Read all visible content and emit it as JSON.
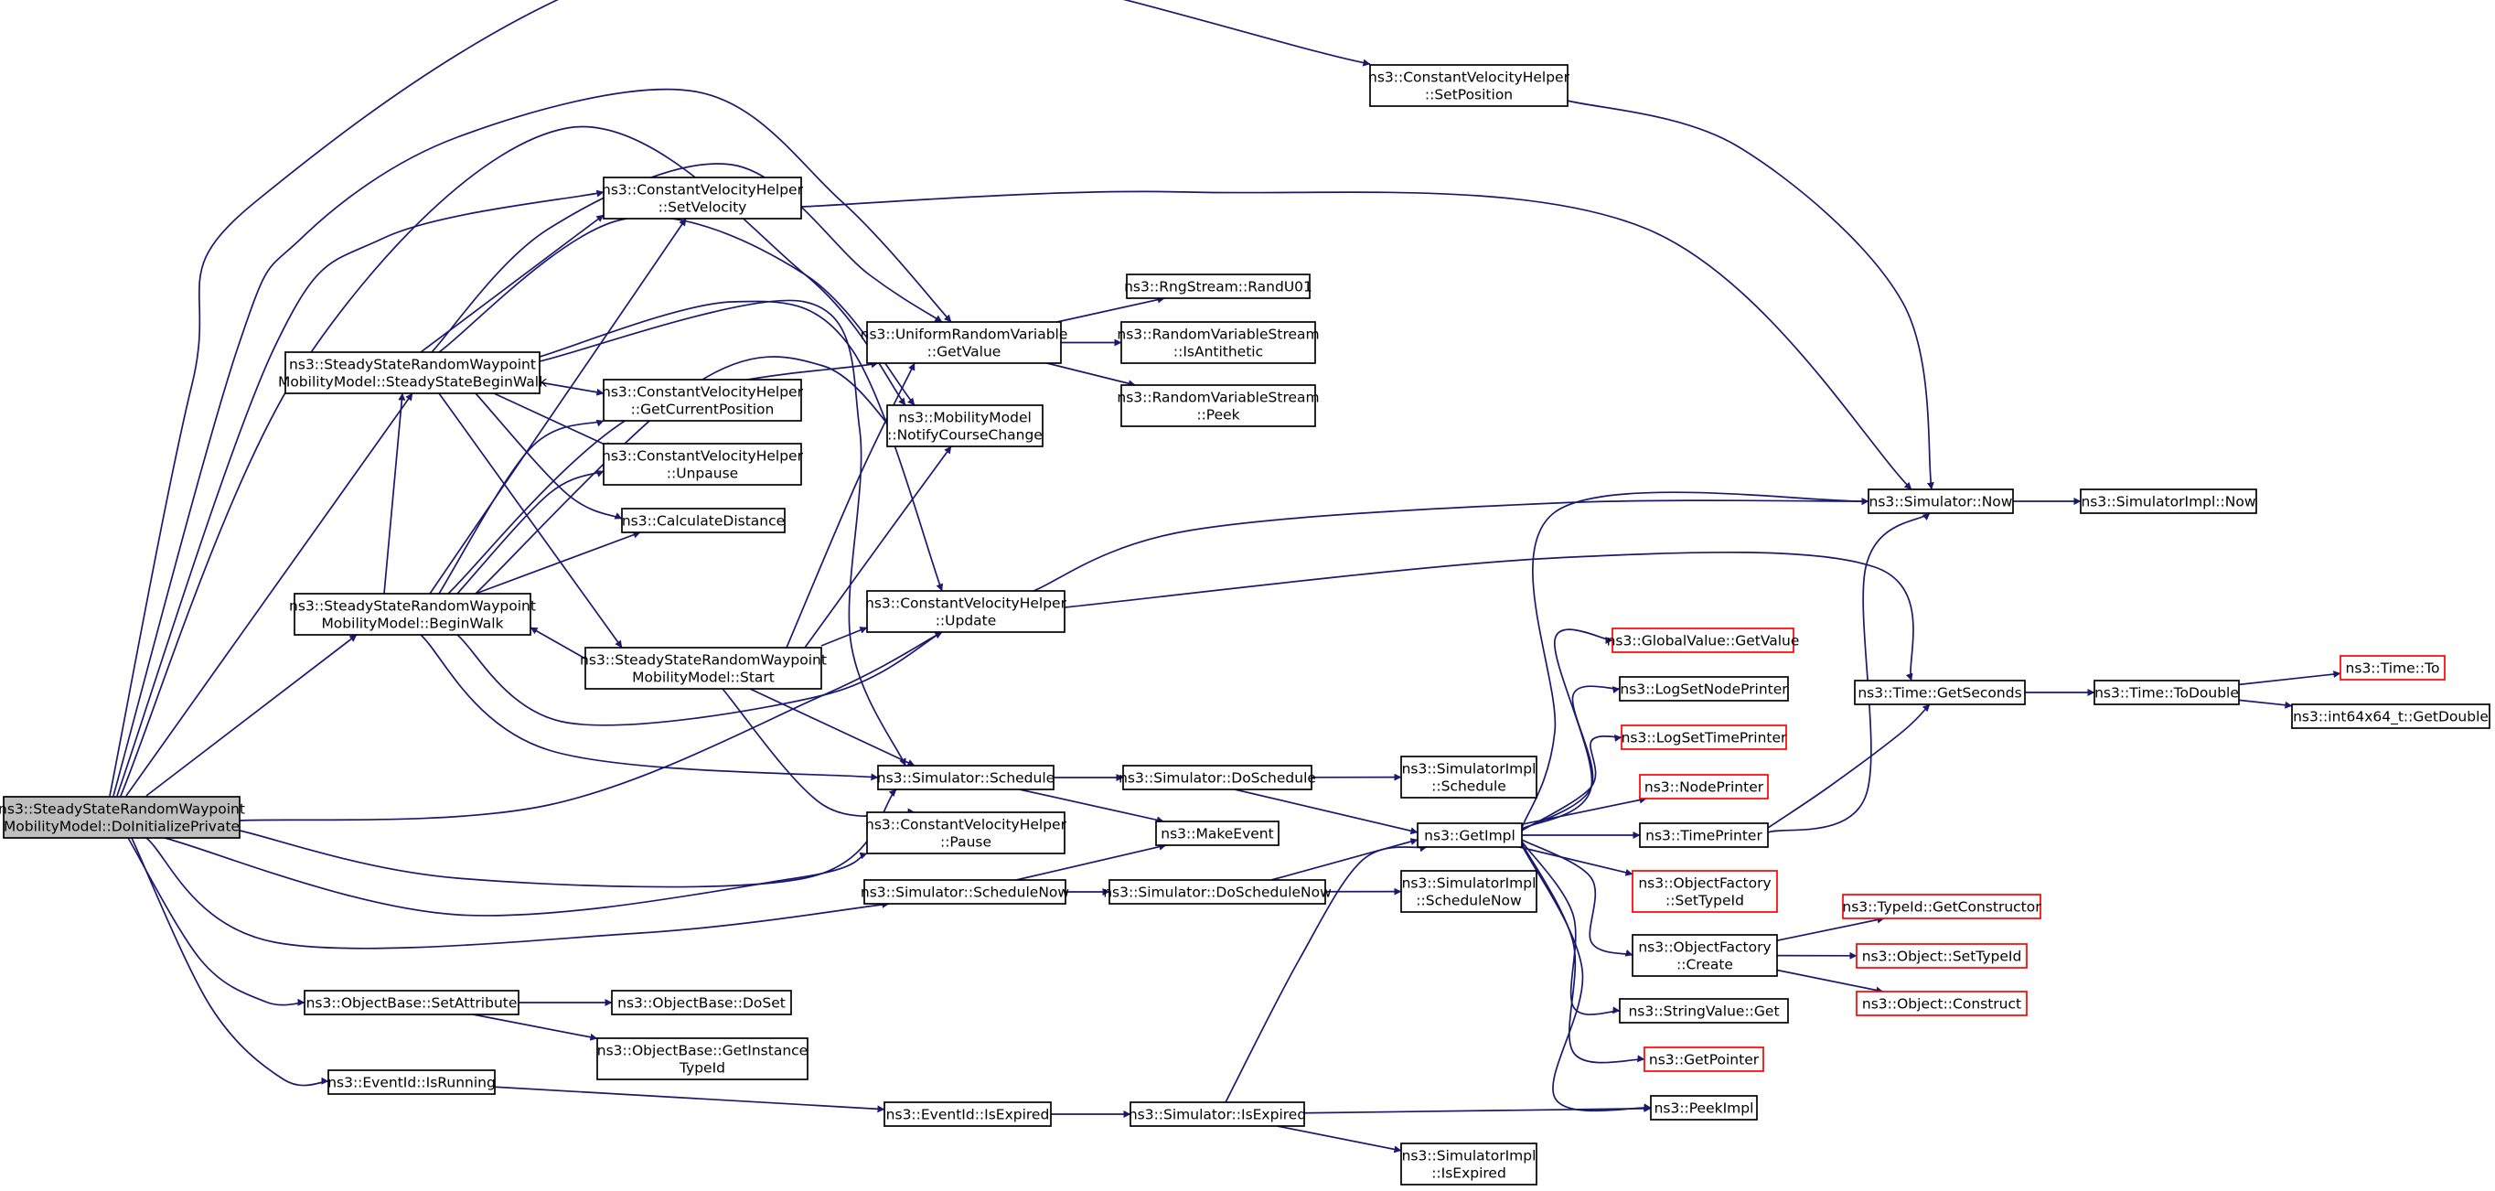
{
  "colors": {
    "edge": "#191970",
    "node_border": "#000000",
    "node_border_incomplete": "#ff0000",
    "root_fill": "#bfbfbf",
    "node_fill": "#ffffff",
    "text": "#000000"
  },
  "nodes": [
    {
      "id": "root",
      "label": [
        "ns3::SteadyStateRandomWaypoint",
        "MobilityModel::DoInitializePrivate"
      ],
      "style": "root"
    },
    {
      "id": "cvh_setposition",
      "label": [
        "ns3::ConstantVelocityHelper",
        "::SetPosition"
      ]
    },
    {
      "id": "cvh_setvelocity",
      "label": [
        "ns3::ConstantVelocityHelper",
        "::SetVelocity"
      ]
    },
    {
      "id": "ssrw_steadystatebeginwalk",
      "label": [
        "ns3::SteadyStateRandomWaypoint",
        "MobilityModel::SteadyStateBeginWalk"
      ]
    },
    {
      "id": "cvh_getcurrentposition",
      "label": [
        "ns3::ConstantVelocityHelper",
        "::GetCurrentPosition"
      ]
    },
    {
      "id": "cvh_unpause",
      "label": [
        "ns3::ConstantVelocityHelper",
        "::Unpause"
      ]
    },
    {
      "id": "calculatedistance",
      "label": [
        "ns3::CalculateDistance"
      ]
    },
    {
      "id": "ssrw_beginwalk",
      "label": [
        "ns3::SteadyStateRandomWaypoint",
        "MobilityModel::BeginWalk"
      ]
    },
    {
      "id": "ssrw_start",
      "label": [
        "ns3::SteadyStateRandomWaypoint",
        "MobilityModel::Start"
      ]
    },
    {
      "id": "urv_getvalue",
      "label": [
        "ns3::UniformRandomVariable",
        "::GetValue"
      ]
    },
    {
      "id": "rngstream_randu01",
      "label": [
        "ns3::RngStream::RandU01"
      ]
    },
    {
      "id": "rvs_isantithetic",
      "label": [
        "ns3::RandomVariableStream",
        "::IsAntithetic"
      ]
    },
    {
      "id": "rvs_peek",
      "label": [
        "ns3::RandomVariableStream",
        "::Peek"
      ]
    },
    {
      "id": "mm_notifycoursechange",
      "label": [
        "ns3::MobilityModel",
        "::NotifyCourseChange"
      ]
    },
    {
      "id": "cvh_update",
      "label": [
        "ns3::ConstantVelocityHelper",
        "::Update"
      ]
    },
    {
      "id": "simulator_schedule",
      "label": [
        "ns3::Simulator::Schedule"
      ]
    },
    {
      "id": "cvh_pause",
      "label": [
        "ns3::ConstantVelocityHelper",
        "::Pause"
      ]
    },
    {
      "id": "simulator_schedulenow",
      "label": [
        "ns3::Simulator::ScheduleNow"
      ]
    },
    {
      "id": "simulator_doschedule",
      "label": [
        "ns3::Simulator::DoSchedule"
      ]
    },
    {
      "id": "makeevent",
      "label": [
        "ns3::MakeEvent"
      ]
    },
    {
      "id": "simulator_doschedulenow",
      "label": [
        "ns3::Simulator::DoScheduleNow"
      ]
    },
    {
      "id": "simimpl_schedule",
      "label": [
        "ns3::SimulatorImpl",
        "::Schedule"
      ]
    },
    {
      "id": "simimpl_schedulenow",
      "label": [
        "ns3::SimulatorImpl",
        "::ScheduleNow"
      ]
    },
    {
      "id": "getimpl",
      "label": [
        "ns3::GetImpl"
      ]
    },
    {
      "id": "simulator_now",
      "label": [
        "ns3::Simulator::Now"
      ]
    },
    {
      "id": "simimpl_now",
      "label": [
        "ns3::SimulatorImpl::Now"
      ]
    },
    {
      "id": "globalvalue_getvalue",
      "label": [
        "ns3::GlobalValue::GetValue"
      ],
      "style": "incomplete"
    },
    {
      "id": "logsetnodeprinter",
      "label": [
        "ns3::LogSetNodePrinter"
      ]
    },
    {
      "id": "logsettimeprinter",
      "label": [
        "ns3::LogSetTimePrinter"
      ],
      "style": "incomplete"
    },
    {
      "id": "nodeprinter",
      "label": [
        "ns3::NodePrinter"
      ],
      "style": "incomplete"
    },
    {
      "id": "timeprinter",
      "label": [
        "ns3::TimePrinter"
      ]
    },
    {
      "id": "objectfactory_settypeid",
      "label": [
        "ns3::ObjectFactory",
        "::SetTypeId"
      ],
      "style": "incomplete"
    },
    {
      "id": "objectfactory_create",
      "label": [
        "ns3::ObjectFactory",
        "::Create"
      ]
    },
    {
      "id": "stringvalue_get",
      "label": [
        "ns3::StringValue::Get"
      ]
    },
    {
      "id": "getpointer",
      "label": [
        "ns3::GetPointer"
      ],
      "style": "incomplete"
    },
    {
      "id": "peekimpl",
      "label": [
        "ns3::PeekImpl"
      ]
    },
    {
      "id": "time_getseconds",
      "label": [
        "ns3::Time::GetSeconds"
      ]
    },
    {
      "id": "time_todouble",
      "label": [
        "ns3::Time::ToDouble"
      ]
    },
    {
      "id": "time_to",
      "label": [
        "ns3::Time::To"
      ],
      "style": "incomplete"
    },
    {
      "id": "int64x64_getdouble",
      "label": [
        "ns3::int64x64_t::GetDouble"
      ]
    },
    {
      "id": "typeid_getconstructor",
      "label": [
        "ns3::TypeId::GetConstructor"
      ],
      "style": "incomplete"
    },
    {
      "id": "object_settypeid",
      "label": [
        "ns3::Object::SetTypeId"
      ],
      "style": "incomplete"
    },
    {
      "id": "object_construct",
      "label": [
        "ns3::Object::Construct"
      ],
      "style": "incomplete"
    },
    {
      "id": "objectbase_setattribute",
      "label": [
        "ns3::ObjectBase::SetAttribute"
      ]
    },
    {
      "id": "objectbase_doset",
      "label": [
        "ns3::ObjectBase::DoSet"
      ]
    },
    {
      "id": "objectbase_getinstancetypeid",
      "label": [
        "ns3::ObjectBase::GetInstance",
        "TypeId"
      ]
    },
    {
      "id": "eventid_isrunning",
      "label": [
        "ns3::EventId::IsRunning"
      ]
    },
    {
      "id": "eventid_isexpired",
      "label": [
        "ns3::EventId::IsExpired"
      ]
    },
    {
      "id": "simulator_isexpired",
      "label": [
        "ns3::Simulator::IsExpired"
      ]
    },
    {
      "id": "simimpl_isexpired",
      "label": [
        "ns3::SimulatorImpl",
        "::IsExpired"
      ]
    }
  ],
  "edges": [
    [
      "root",
      "cvh_setposition"
    ],
    [
      "root",
      "urv_getvalue"
    ],
    [
      "root",
      "cvh_setvelocity"
    ],
    [
      "root",
      "mm_notifycoursechange"
    ],
    [
      "root",
      "ssrw_steadystatebeginwalk"
    ],
    [
      "root",
      "ssrw_beginwalk"
    ],
    [
      "root",
      "cvh_update"
    ],
    [
      "root",
      "simulator_schedule"
    ],
    [
      "root",
      "cvh_pause"
    ],
    [
      "root",
      "simulator_schedulenow"
    ],
    [
      "root",
      "objectbase_setattribute"
    ],
    [
      "root",
      "eventid_isrunning"
    ],
    [
      "ssrw_steadystatebeginwalk",
      "cvh_setvelocity"
    ],
    [
      "ssrw_steadystatebeginwalk",
      "urv_getvalue"
    ],
    [
      "ssrw_steadystatebeginwalk",
      "mm_notifycoursechange"
    ],
    [
      "ssrw_steadystatebeginwalk",
      "cvh_getcurrentposition"
    ],
    [
      "ssrw_steadystatebeginwalk",
      "cvh_unpause"
    ],
    [
      "ssrw_steadystatebeginwalk",
      "calculatedistance"
    ],
    [
      "ssrw_steadystatebeginwalk",
      "cvh_update"
    ],
    [
      "ssrw_steadystatebeginwalk",
      "simulator_schedule"
    ],
    [
      "ssrw_steadystatebeginwalk",
      "ssrw_start"
    ],
    [
      "ssrw_beginwalk",
      "ssrw_steadystatebeginwalk"
    ],
    [
      "ssrw_beginwalk",
      "cvh_setvelocity"
    ],
    [
      "ssrw_beginwalk",
      "urv_getvalue"
    ],
    [
      "ssrw_beginwalk",
      "mm_notifycoursechange"
    ],
    [
      "ssrw_beginwalk",
      "cvh_getcurrentposition"
    ],
    [
      "ssrw_beginwalk",
      "cvh_unpause"
    ],
    [
      "ssrw_beginwalk",
      "calculatedistance"
    ],
    [
      "ssrw_beginwalk",
      "cvh_update"
    ],
    [
      "ssrw_beginwalk",
      "simulator_schedule"
    ],
    [
      "ssrw_start",
      "ssrw_beginwalk"
    ],
    [
      "ssrw_start",
      "urv_getvalue"
    ],
    [
      "ssrw_start",
      "mm_notifycoursechange"
    ],
    [
      "ssrw_start",
      "cvh_update"
    ],
    [
      "ssrw_start",
      "simulator_schedule"
    ],
    [
      "ssrw_start",
      "cvh_pause"
    ],
    [
      "cvh_setvelocity",
      "simulator_now"
    ],
    [
      "cvh_setposition",
      "simulator_now"
    ],
    [
      "cvh_update",
      "simulator_now"
    ],
    [
      "cvh_update",
      "time_getseconds"
    ],
    [
      "urv_getvalue",
      "rngstream_randu01"
    ],
    [
      "urv_getvalue",
      "rvs_isantithetic"
    ],
    [
      "urv_getvalue",
      "rvs_peek"
    ],
    [
      "simulator_schedule",
      "simulator_doschedule"
    ],
    [
      "simulator_schedule",
      "makeevent"
    ],
    [
      "simulator_schedulenow",
      "makeevent"
    ],
    [
      "simulator_schedulenow",
      "simulator_doschedulenow"
    ],
    [
      "simulator_doschedule",
      "simimpl_schedule"
    ],
    [
      "simulator_doschedule",
      "getimpl"
    ],
    [
      "simulator_doschedulenow",
      "getimpl"
    ],
    [
      "simulator_doschedulenow",
      "simimpl_schedulenow"
    ],
    [
      "getimpl",
      "simulator_now"
    ],
    [
      "getimpl",
      "globalvalue_getvalue"
    ],
    [
      "getimpl",
      "logsetnodeprinter"
    ],
    [
      "getimpl",
      "logsettimeprinter"
    ],
    [
      "getimpl",
      "nodeprinter"
    ],
    [
      "getimpl",
      "timeprinter"
    ],
    [
      "getimpl",
      "objectfactory_settypeid"
    ],
    [
      "getimpl",
      "objectfactory_create"
    ],
    [
      "getimpl",
      "stringvalue_get"
    ],
    [
      "getimpl",
      "getpointer"
    ],
    [
      "getimpl",
      "peekimpl"
    ],
    [
      "simulator_now",
      "simimpl_now"
    ],
    [
      "timeprinter",
      "simulator_now"
    ],
    [
      "timeprinter",
      "time_getseconds"
    ],
    [
      "time_getseconds",
      "time_todouble"
    ],
    [
      "time_todouble",
      "time_to"
    ],
    [
      "time_todouble",
      "int64x64_getdouble"
    ],
    [
      "objectfactory_create",
      "typeid_getconstructor"
    ],
    [
      "objectfactory_create",
      "object_settypeid"
    ],
    [
      "objectfactory_create",
      "object_construct"
    ],
    [
      "objectbase_setattribute",
      "objectbase_doset"
    ],
    [
      "objectbase_setattribute",
      "objectbase_getinstancetypeid"
    ],
    [
      "eventid_isrunning",
      "eventid_isexpired"
    ],
    [
      "eventid_isexpired",
      "simulator_isexpired"
    ],
    [
      "simulator_isexpired",
      "getimpl"
    ],
    [
      "simulator_isexpired",
      "peekimpl"
    ],
    [
      "simulator_isexpired",
      "simimpl_isexpired"
    ]
  ]
}
